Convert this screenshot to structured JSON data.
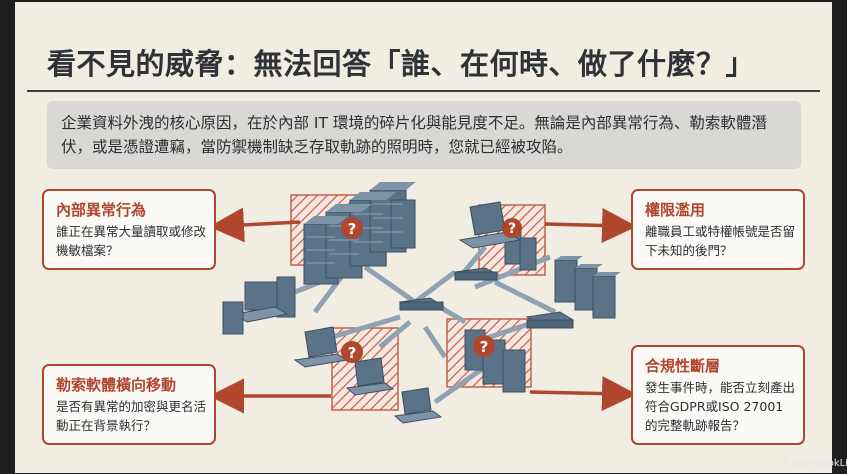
{
  "title": "看不見的威脅：無法回答「誰、在何時、做了什麼？」",
  "summary": "企業資料外洩的核心原因，在於內部 IT 環境的碎片化與能見度不足。無論是內部異常行為、勒索軟體潛伏，或是憑證遭竊，當防禦機制缺乏存取軌跡的照明時，您就已經被攻陷。",
  "cards": {
    "insider": {
      "title": "內部異常行為",
      "body": "誰正在異常大量讀取或修改機敏檔案？"
    },
    "privilege": {
      "title": "權限濫用",
      "body": "離職員工或特權帳號是否留下未知的後門？"
    },
    "ransomware": {
      "title": "勒索軟體橫向移動",
      "body": "是否有異常的加密與更名活動正在背景執行？"
    },
    "compliance": {
      "title": "合規性斷層",
      "body": "發生事件時，能否立刻產出符合GDPR或ISO 27001的完整軌跡報告？"
    }
  },
  "question_mark": "?",
  "watermark": "NotebookLM",
  "colors": {
    "accent_red": "#b0462e",
    "server_blue": "#5b7389",
    "background": "#f1ede2"
  }
}
